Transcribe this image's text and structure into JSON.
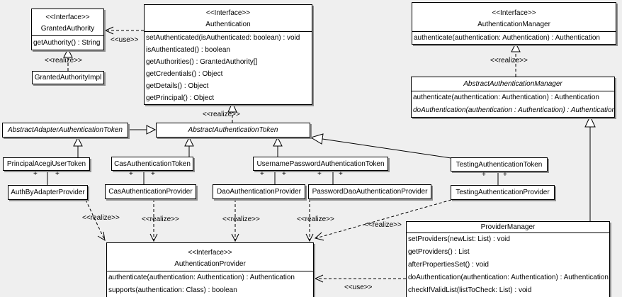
{
  "labels": {
    "use": "<<use>>",
    "realize": "<<realize>>",
    "plus": "+"
  },
  "colors": {
    "background": "#efefef",
    "box_fill": "#ffffff",
    "line": "#000000",
    "shadow": "#909090"
  },
  "classes": {
    "grantedAuthority": {
      "stereotype": "<<Interface>>",
      "name": "GrantedAuthority",
      "methods": [
        "getAuthority() : String"
      ]
    },
    "grantedAuthorityImpl": {
      "name": "GrantedAuthorityImpl"
    },
    "authentication": {
      "stereotype": "<<Interface>>",
      "name": "Authentication",
      "methods": [
        "setAuthenticated(isAuthenticated: boolean) : void",
        "isAuthenticated() : boolean",
        "getAuthorities() : GrantedAuthority[]",
        "getCredentials() : Object",
        "getDetails() : Object",
        "getPrincipal() : Object"
      ]
    },
    "authenticationManager": {
      "stereotype": "<<Interface>>",
      "name": "AuthenticationManager",
      "methods": [
        "authenticate(authentication: Authentication) : Authentication"
      ]
    },
    "abstractAuthenticationManager": {
      "name": "AbstractAuthenticationManager",
      "methods": [
        "authenticate(authentication: Authentication) : Authentication",
        "doAuthentication(authentication : Authentication) : Authentication"
      ]
    },
    "abstractAdapterAuthenticationToken": {
      "name": "AbstractAdapterAuthenticationToken"
    },
    "abstractAuthenticationToken": {
      "name": "AbstractAuthenticationToken"
    },
    "principalAcegiUserToken": {
      "name": "PrincipalAcegiUserToken"
    },
    "casAuthenticationToken": {
      "name": "CasAuthenticationToken"
    },
    "usernamePasswordAuthenticationToken": {
      "name": "UsernamePasswordAuthenticationToken"
    },
    "testingAuthenticationToken": {
      "name": "TestingAuthenticationToken"
    },
    "authByAdapterProvider": {
      "name": "AuthByAdapterProvider"
    },
    "casAuthenticationProvider": {
      "name": "CasAuthenticationProvider"
    },
    "daoAuthenticationProvider": {
      "name": "DaoAuthenticationProvider"
    },
    "passwordDaoAuthenticationProvider": {
      "name": "PasswordDaoAuthenticationProvider"
    },
    "testingAuthenticationProvider": {
      "name": "TestingAuthenticationProvider"
    },
    "authenticationProvider": {
      "stereotype": "<<Interface>>",
      "name": "AuthenticationProvider",
      "methods": [
        "authenticate(authentication: Authentication) : Authentication",
        "supports(authentication: Class) : boolean"
      ]
    },
    "providerManager": {
      "name": "ProviderManager",
      "methods": [
        "setProviders(newList: List) : void",
        "getProviders() : List",
        "afterPropertiesSet() : void",
        "doAuthentication(authentication: Authentication) : Authentication",
        "checkIfValidList(listToCheck: List) : void"
      ]
    }
  }
}
